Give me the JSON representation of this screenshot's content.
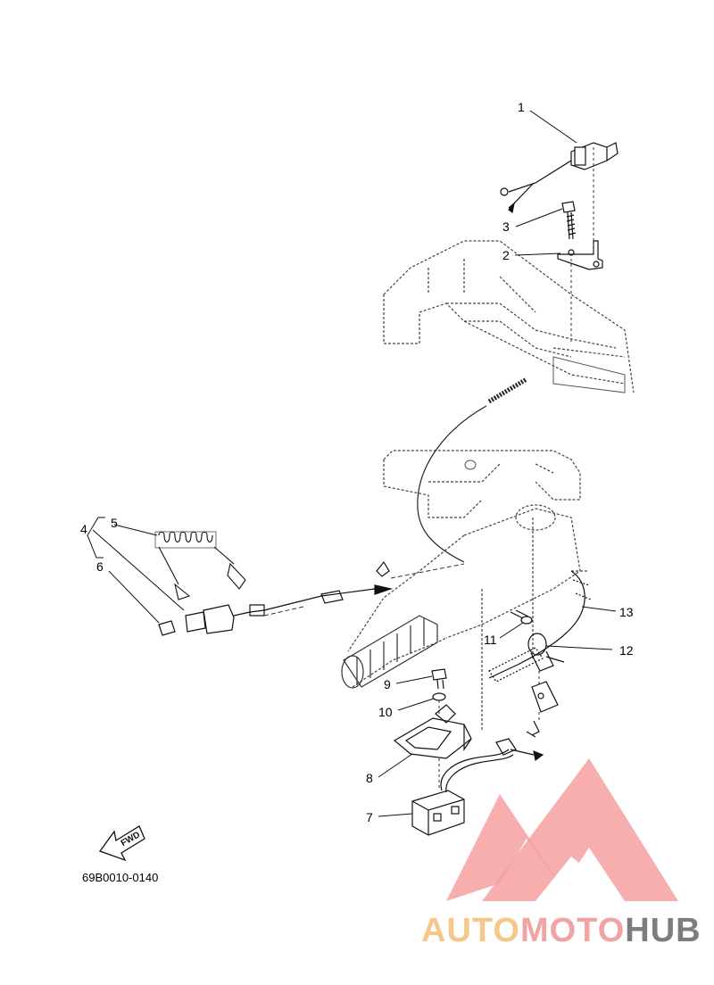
{
  "parts": [
    {
      "number": "1"
    },
    {
      "number": "2"
    },
    {
      "number": "3"
    },
    {
      "number": "4"
    },
    {
      "number": "5"
    },
    {
      "number": "6"
    },
    {
      "number": "7"
    },
    {
      "number": "8"
    },
    {
      "number": "9"
    },
    {
      "number": "10"
    },
    {
      "number": "11"
    },
    {
      "number": "12"
    },
    {
      "number": "13"
    }
  ],
  "fwd_label": "FWD",
  "diagram_code": "69B0010-0140",
  "watermark": {
    "part1": "AUTO",
    "part2": "MOTO",
    "part3": "HUB",
    "colors": {
      "auto": "#f6c78a",
      "moto": "#f2a3a3",
      "hub": "#7d7d7d",
      "logo": "#f4a0a0"
    }
  }
}
